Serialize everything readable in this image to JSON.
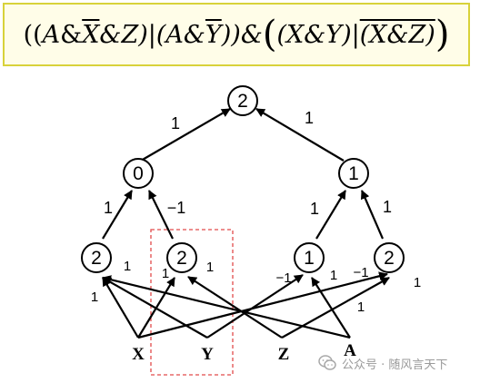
{
  "formula": {
    "part1": "((",
    "part2": "A",
    "part3": "&",
    "part4": "X",
    "part5": "&Z)|(A&",
    "part6": "Y",
    "part7": "))&",
    "part8": "(",
    "part9": "(X&Y)|",
    "part10": "(X&Z)",
    "part11": ")"
  },
  "nodes": {
    "top": "2",
    "mid_left": "0",
    "mid_right": "1",
    "b1": "2",
    "b2": "2",
    "b3": "1",
    "b4": "2"
  },
  "inputs": {
    "x": "X",
    "y": "Y",
    "z": "Z",
    "a": "A"
  },
  "weights": {
    "top_left": "1",
    "top_right": "1",
    "ml_left": "1",
    "ml_right": "−1",
    "mr_left": "1",
    "mr_right": "1",
    "b1_a": "1",
    "b1_b": "1",
    "b2_a": "1",
    "b2_b": "1",
    "b3_a": "−1",
    "b3_b": "1",
    "b4_a": "−1",
    "b4_b": "1",
    "b4_c": "1"
  },
  "watermark": {
    "text": "公众号 · 随风言天下"
  },
  "colors": {
    "highlight_border": "#e24a4a",
    "formula_border": "#d8d23a"
  }
}
